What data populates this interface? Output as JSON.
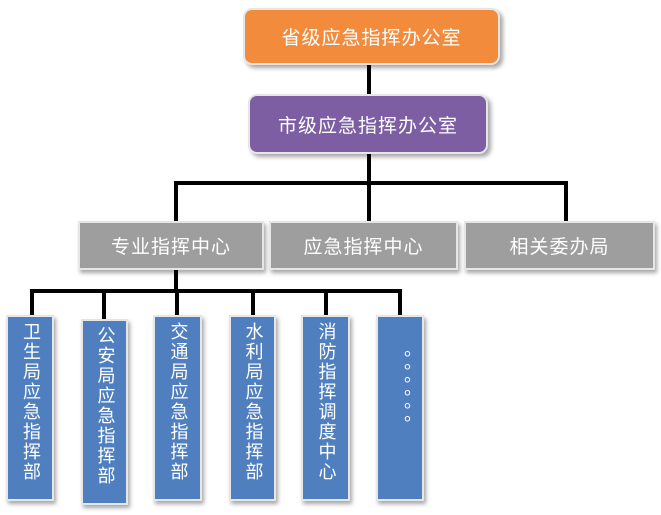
{
  "nodes": {
    "provincial_office": "省级应急指挥办公室",
    "city_office": "市级应急指挥办公室",
    "specialized_center": "专业指挥中心",
    "emergency_center": "应急指挥中心",
    "related_bureaus": "相关委办局",
    "departments": [
      "卫生局应急指挥部",
      "公安局应急指挥部",
      "交通局应急指挥部",
      "水利局应急指挥部",
      "消防指挥调度中心",
      "。。。。。。"
    ]
  },
  "colors": {
    "provincial": "#f28b3c",
    "city": "#7e5ea3",
    "level2": "#9e9e9e",
    "level3": "#4f7fbf",
    "connector": "#000000"
  }
}
